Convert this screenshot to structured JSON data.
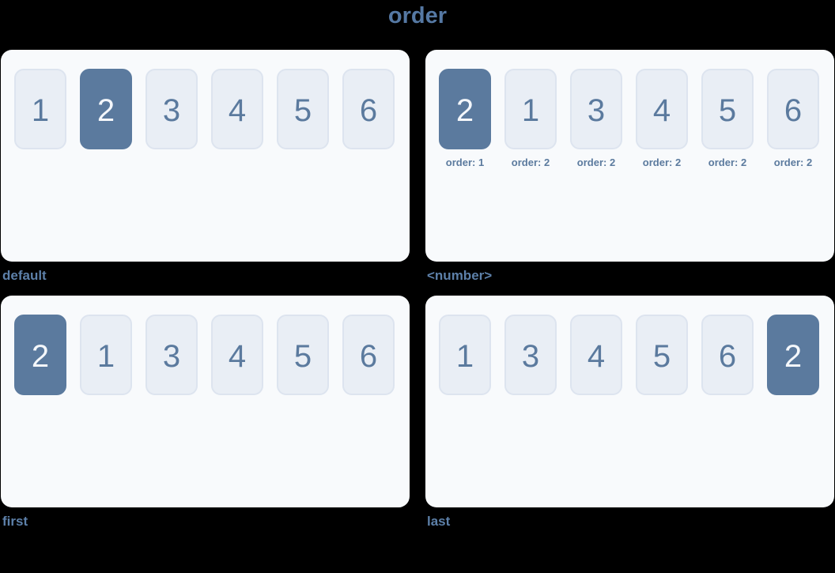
{
  "page": {
    "title": "order"
  },
  "colors": {
    "background": "#000000",
    "panel_bg": "#f8fafc",
    "item_bg": "#e9eef5",
    "item_border": "#dde4ef",
    "accent": "#5b7a9e",
    "highlight_bg": "#5b7a9e",
    "highlight_text": "#f4f7fb",
    "label": "#5d80a9",
    "title": "#5578a3"
  },
  "panels": [
    {
      "label": "default",
      "items": [
        {
          "text": "1",
          "highlight": false
        },
        {
          "text": "2",
          "highlight": true
        },
        {
          "text": "3",
          "highlight": false
        },
        {
          "text": "4",
          "highlight": false
        },
        {
          "text": "5",
          "highlight": false
        },
        {
          "text": "6",
          "highlight": false
        }
      ]
    },
    {
      "label": "<number>",
      "items": [
        {
          "text": "2",
          "highlight": true,
          "order_label": "order: 1"
        },
        {
          "text": "1",
          "highlight": false,
          "order_label": "order: 2"
        },
        {
          "text": "3",
          "highlight": false,
          "order_label": "order: 2"
        },
        {
          "text": "4",
          "highlight": false,
          "order_label": "order: 2"
        },
        {
          "text": "5",
          "highlight": false,
          "order_label": "order: 2"
        },
        {
          "text": "6",
          "highlight": false,
          "order_label": "order: 2"
        }
      ]
    },
    {
      "label": "first",
      "items": [
        {
          "text": "2",
          "highlight": true
        },
        {
          "text": "1",
          "highlight": false
        },
        {
          "text": "3",
          "highlight": false
        },
        {
          "text": "4",
          "highlight": false
        },
        {
          "text": "5",
          "highlight": false
        },
        {
          "text": "6",
          "highlight": false
        }
      ]
    },
    {
      "label": "last",
      "items": [
        {
          "text": "1",
          "highlight": false
        },
        {
          "text": "3",
          "highlight": false
        },
        {
          "text": "4",
          "highlight": false
        },
        {
          "text": "5",
          "highlight": false
        },
        {
          "text": "6",
          "highlight": false
        },
        {
          "text": "2",
          "highlight": true
        }
      ]
    }
  ]
}
